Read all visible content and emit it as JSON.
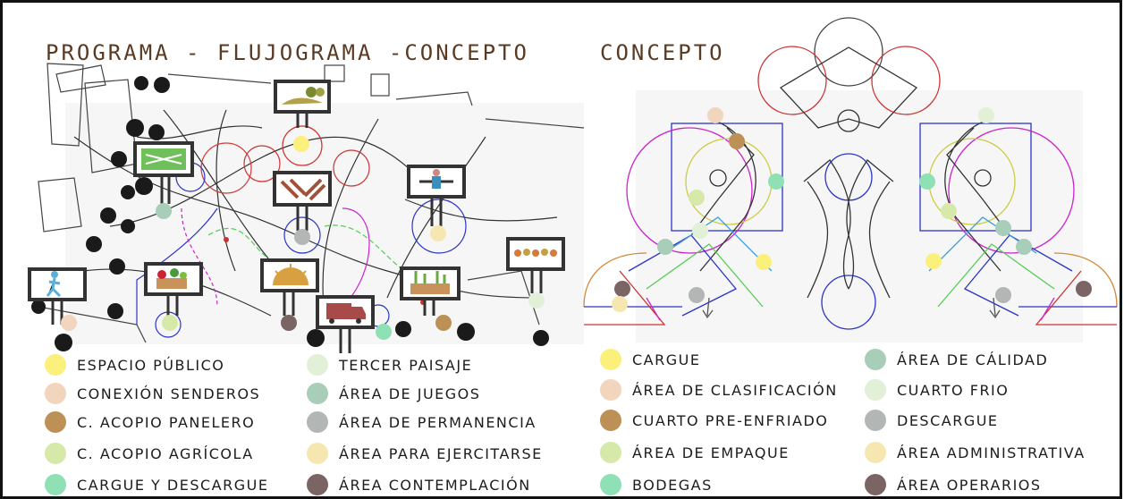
{
  "titles": {
    "left": "PROGRAMA - FLUJOGRAMA -CONCEPTO",
    "right": "CONCEPTO"
  },
  "legend_left": [
    {
      "label": "ESPACIO PÚBLICO",
      "color": "#fbf07c"
    },
    {
      "label": "CONEXIÓN SENDEROS",
      "color": "#f2d5bd"
    },
    {
      "label": "C. ACOPIO PANELERO",
      "color": "#bd9156"
    },
    {
      "label": "C. ACOPIO AGRÍCOLA",
      "color": "#d6e9a8"
    },
    {
      "label": "CARGUE Y DESCARGUE",
      "color": "#8fe0b5"
    },
    {
      "label": "TERCER PAISAJE",
      "color": "#e1f0d6"
    },
    {
      "label": "ÁREA DE JUEGOS",
      "color": "#a8cdb9"
    },
    {
      "label": "ÁREA DE PERMANENCIA",
      "color": "#b2b6b5"
    },
    {
      "label": "ÁREA PARA EJERCITARSE",
      "color": "#f6e7b0"
    },
    {
      "label": "ÁREA CONTEMPLACIÓN",
      "color": "#7a6464"
    }
  ],
  "legend_right": [
    {
      "label": "CARGUE",
      "color": "#fbf07c"
    },
    {
      "label": "ÁREA DE CLASIFICACIÓN",
      "color": "#f2d5bd"
    },
    {
      "label": "CUARTO PRE-ENFRIADO",
      "color": "#bd9156"
    },
    {
      "label": "ÁREA DE EMPAQUE",
      "color": "#d6e9a8"
    },
    {
      "label": "BODEGAS",
      "color": "#8fe0b5"
    },
    {
      "label": "ÁREA DE CÁLIDAD",
      "color": "#a8cdb9"
    },
    {
      "label": "CUARTO FRIO",
      "color": "#e1f0d6"
    },
    {
      "label": "DESCARGUE",
      "color": "#b2b6b5"
    },
    {
      "label": "ÁREA ADMINISTRATIVA",
      "color": "#f6e7b0"
    },
    {
      "label": "ÁREA OPERARIOS",
      "color": "#7a6464"
    }
  ],
  "icon_names": [
    "playground-icon",
    "park-bench-icon",
    "fitness-icon",
    "landscape-icon",
    "vegetables-icon",
    "sunset-icon",
    "cane-icon",
    "trees-icon",
    "walker-icon",
    "truck-icon"
  ]
}
